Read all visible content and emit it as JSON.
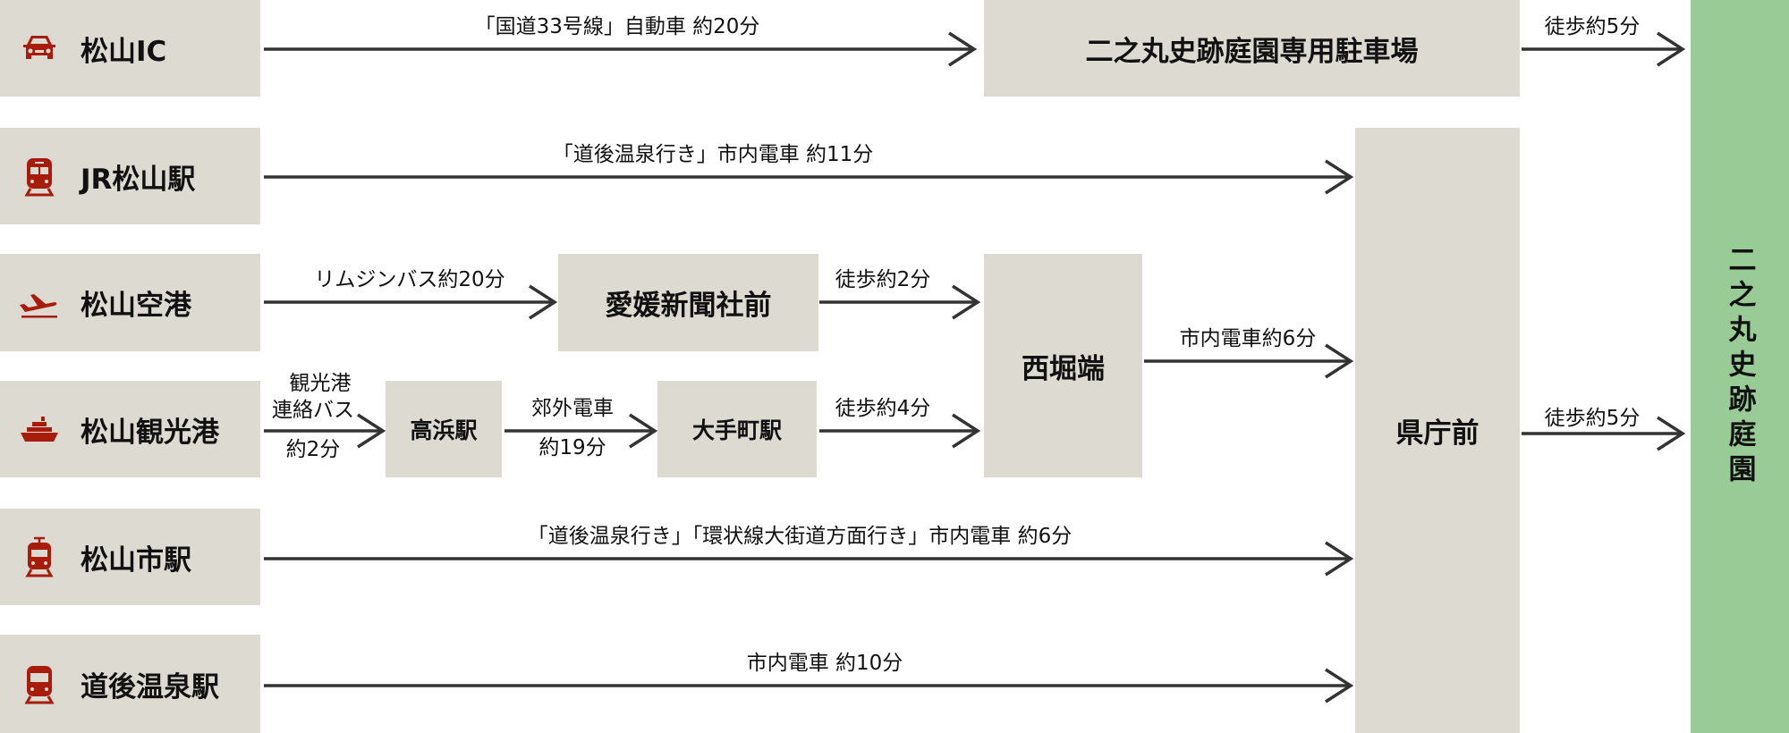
{
  "origins": [
    {
      "label": "松山IC",
      "icon": "car-icon"
    },
    {
      "label": "JR松山駅",
      "icon": "train-icon"
    },
    {
      "label": "松山空港",
      "icon": "airplane-icon"
    },
    {
      "label": "松山観光港",
      "icon": "ship-icon"
    },
    {
      "label": "松山市駅",
      "icon": "tram-icon"
    },
    {
      "label": "道後温泉駅",
      "icon": "train-icon"
    }
  ],
  "stops": {
    "parking": "二之丸史跡庭園専用駐車場",
    "kenchomae": "県庁前",
    "ehime_shimbun": "愛媛新聞社前",
    "nishihoribata": "西堀端",
    "takahama": "高浜駅",
    "otemachi": "大手町駅"
  },
  "destination": "二之丸史跡庭園",
  "routes": {
    "ic_to_parking": "「国道33号線」自動車 約20分",
    "parking_walk": "徒歩約5分",
    "jr_to_kencho": "「道後温泉行き」市内電車 約11分",
    "airport_bus": "リムジンバス約20分",
    "ehime_walk": "徒歩約2分",
    "port_bus_1": "観光港",
    "port_bus_2": "連絡バス",
    "port_bus_3": "約2分",
    "suburban_1": "郊外電車",
    "suburban_2": "約19分",
    "otemachi_walk": "徒歩約4分",
    "nishihori_tram": "市内電車約6分",
    "kencho_walk": "徒歩約5分",
    "city_to_kencho": "「道後温泉行き」「環状線大街道方面行き」市内電車 約6分",
    "dogo_to_kencho": "市内電車 約10分"
  },
  "colors": {
    "box": "#dcdad1",
    "destination": "#98cb96",
    "icon": "#a81c0c",
    "arrow": "#333333"
  }
}
